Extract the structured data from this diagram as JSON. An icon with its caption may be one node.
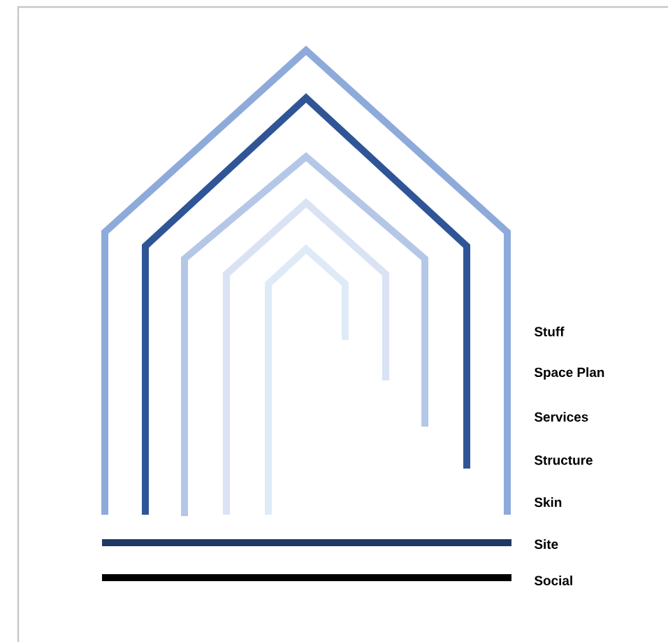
{
  "diagram": {
    "labels": [
      "Stuff",
      "Space Plan",
      "Services",
      "Structure",
      "Skin",
      "Site",
      "Social"
    ]
  }
}
